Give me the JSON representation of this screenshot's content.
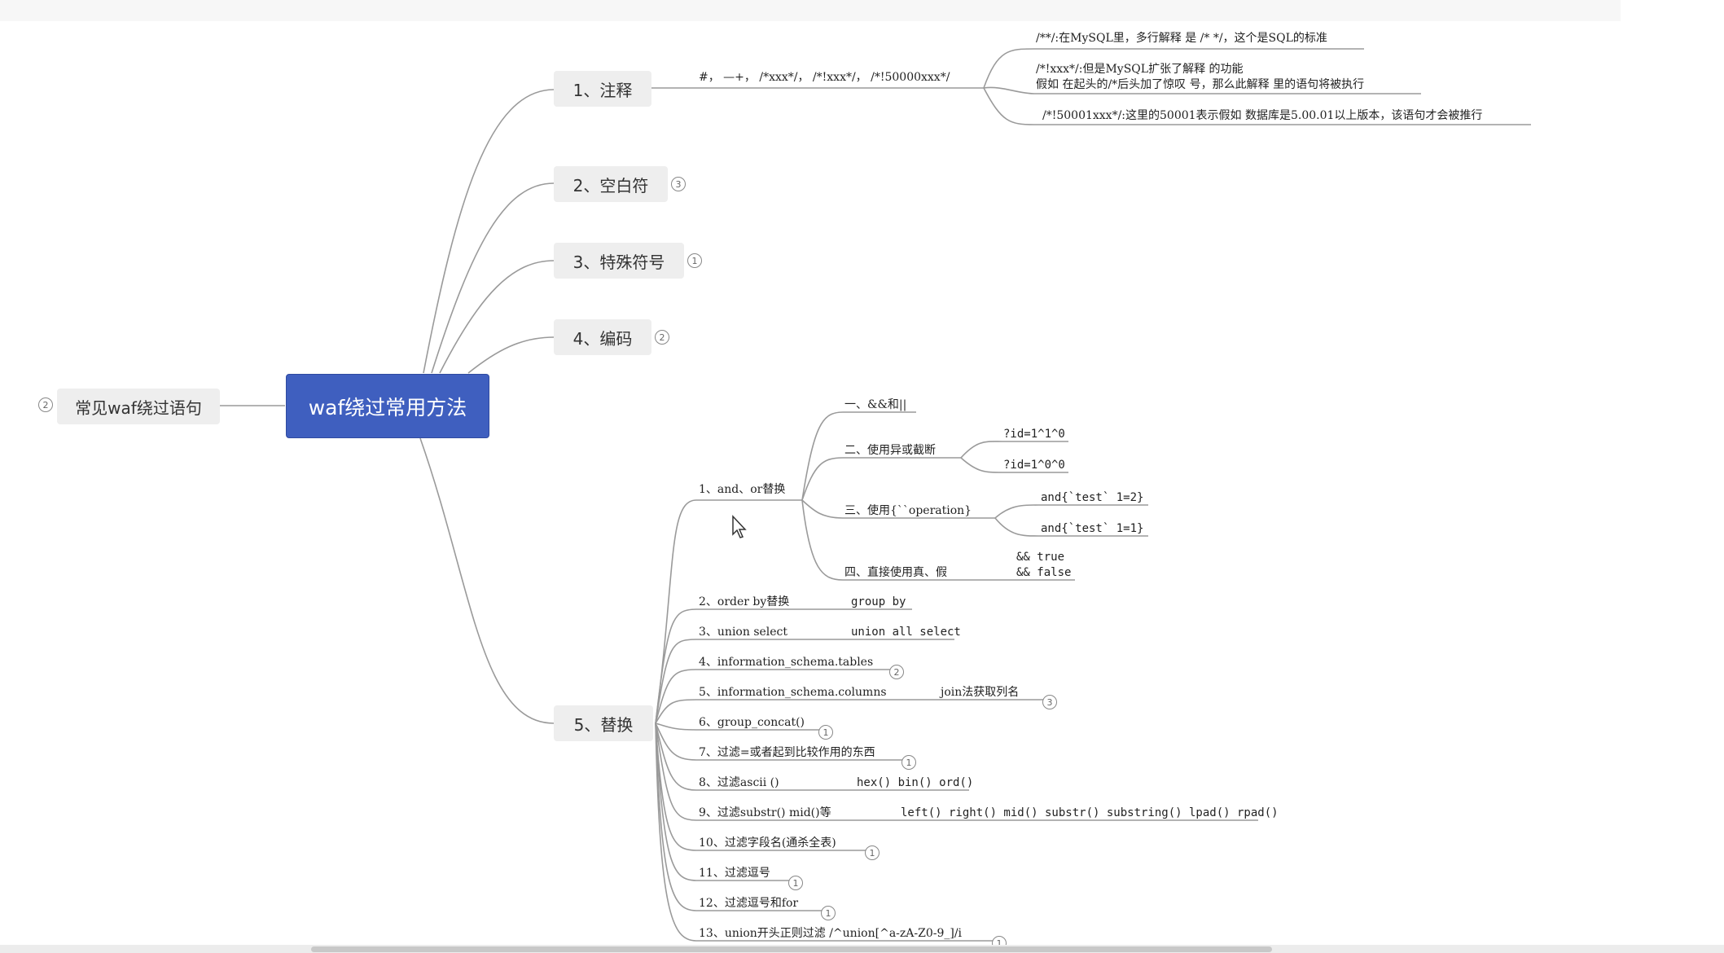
{
  "root": {
    "label": "waf绕过常用方法"
  },
  "left_node": {
    "label": "常见waf绕过语句",
    "badge": "2"
  },
  "branches": {
    "comment": {
      "label": "1、注释",
      "sub": "#， —+， /*xxx*/， /*!xxx*/， /*!50000xxx*/",
      "details": [
        "/**/:在MySQL里，多行解释 是 /* */，这个是SQL的标准",
        "/*!xxx*/:但是MySQL扩张了解释 的功能",
        "假如 在起头的/*后头加了惊叹 号，那么此解释 里的语句将被执行",
        "/*!50001xxx*/:这里的50001表示假如 数据库是5.00.01以上版本，该语句才会被推行"
      ]
    },
    "whitespace": {
      "label": "2、空白符",
      "badge": "3"
    },
    "special": {
      "label": "3、特殊符号",
      "badge": "1"
    },
    "encoding": {
      "label": "4、编码",
      "badge": "2"
    },
    "replace": {
      "label": "5、替换"
    }
  },
  "replace_items": {
    "and_or": {
      "label": "1、and、or替换",
      "subs": {
        "s1": "一、&&和||",
        "s2": "二、使用异或截断",
        "s2a": "?id=1^1^0",
        "s2b": "?id=1^0^0",
        "s3": "三、使用{``operation}",
        "s3a": "and{`test` 1=2}",
        "s3b": "and{`test` 1=1}",
        "s4": "四、直接使用真、假",
        "s4a": "&& true",
        "s4b": "&& false"
      }
    },
    "i2": {
      "label": "2、order by替换",
      "extra": "group by"
    },
    "i3": {
      "label": "3、union select",
      "extra": "union all select"
    },
    "i4": {
      "label": "4、information_schema.tables",
      "badge": "2"
    },
    "i5": {
      "label": "5、information_schema.columns",
      "extra": "join法获取列名",
      "badge": "3"
    },
    "i6": {
      "label": "6、group_concat()",
      "badge": "1"
    },
    "i7": {
      "label": "7、过滤=或者起到比较作用的东西",
      "badge": "1"
    },
    "i8": {
      "label": "8、过滤ascii ()",
      "extra": "hex() bin() ord()"
    },
    "i9": {
      "label": "9、过滤substr() mid()等",
      "extra": "left() right() mid() substr() substring() lpad() rpad()"
    },
    "i10": {
      "label": "10、过滤字段名(通杀全表)",
      "badge": "1"
    },
    "i11": {
      "label": "11、过滤逗号",
      "badge": "1"
    },
    "i12": {
      "label": "12、过滤逗号和for",
      "badge": "1"
    },
    "i13": {
      "label": "13、union开头正则过滤 /^union[^a-zA-Z0-9_]/i",
      "badge": "1"
    }
  },
  "colors": {
    "root_bg": "#3f5fbf",
    "node_bg": "#eeeeee",
    "line": "#999999"
  }
}
